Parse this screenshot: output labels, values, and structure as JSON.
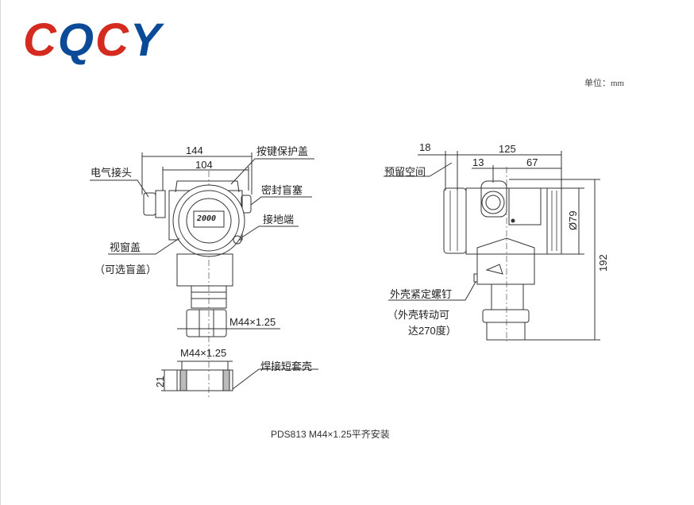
{
  "logo": {
    "letters": [
      "C",
      "Q",
      "C",
      "Y"
    ],
    "colors": [
      "#d42a1f",
      "#0a4a96",
      "#d42a1f",
      "#0a4a96"
    ]
  },
  "unit_label": "单位：mm",
  "front_view": {
    "dim_overall_width": "144",
    "dim_body_width": "104",
    "lcd_reading": "2000",
    "labels": {
      "electrical_connector": "电气接头",
      "button_cover": "按键保护盖",
      "sealing_plug": "密封盲塞",
      "ground_terminal": "接地端",
      "window_cover": "视窗盖",
      "window_cover_note": "（可选盲盖）",
      "thread_upper": "M44×1.25",
      "thread_lower": "M44×1.25",
      "weld_sleeve": "焊接短套壳",
      "dim_sleeve_height": "21"
    }
  },
  "side_view": {
    "dim_reserve": "18",
    "dim_total_depth": "125",
    "dim_13": "13",
    "dim_67": "67",
    "dim_diameter": "Ø79",
    "dim_height": "192",
    "labels": {
      "reserved_space": "预留空间",
      "housing_screw": "外壳紧定螺钉",
      "housing_note_1": "（外壳转动可",
      "housing_note_2": "达270度）"
    }
  },
  "caption": "PDS813    M44×1.25平齐安装"
}
